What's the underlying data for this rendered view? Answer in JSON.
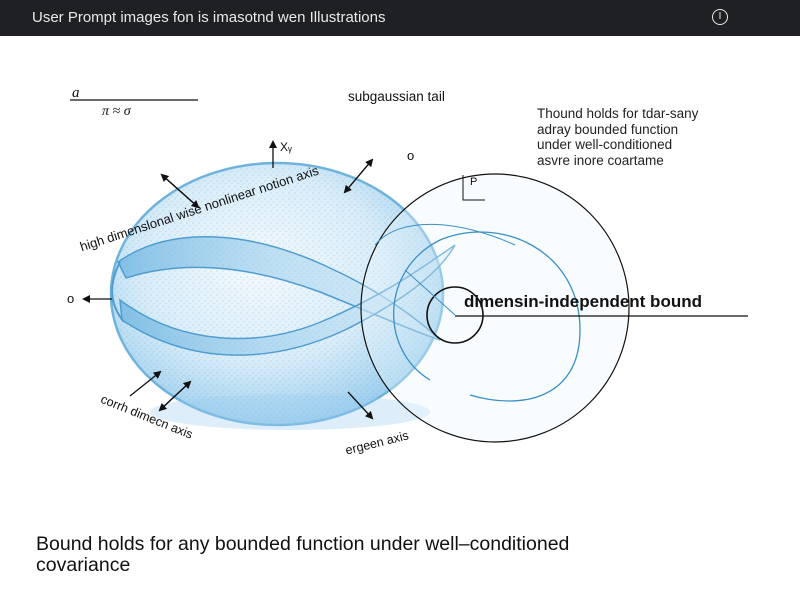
{
  "header": {
    "title": "User Prompt images fon is imasotnd wen Illustrations",
    "info_icon": "info-icon",
    "info_glyph": "I"
  },
  "formula": {
    "numerator": "a",
    "denominator": "π ≈ σ"
  },
  "labels": {
    "subgaussian": "subgaussian tail",
    "top_axis": "high dimenslonal wise nonlinear notion axis",
    "x_sub": "Xᵧ",
    "top_right_o": "o",
    "left_o": "o",
    "p_mark": "P",
    "bottom_left_axis": "corrh dimecn axis",
    "bottom_axis": "ergeen axis",
    "main_label": "dimensin-independent bound"
  },
  "side_note": {
    "lines": [
      "Thound holds for tdar-sany",
      "adray bounded function",
      "under well-conditioned",
      "asvre inore coartame"
    ]
  },
  "caption": {
    "line1": "Bound holds for any bounded function under well–conditioned",
    "line2": "covariance"
  },
  "colors": {
    "sphere_fill": "#d4ebf8",
    "sphere_edge": "#6fb3dd",
    "ribbon": "#5aa6d6",
    "ink": "#111111"
  }
}
